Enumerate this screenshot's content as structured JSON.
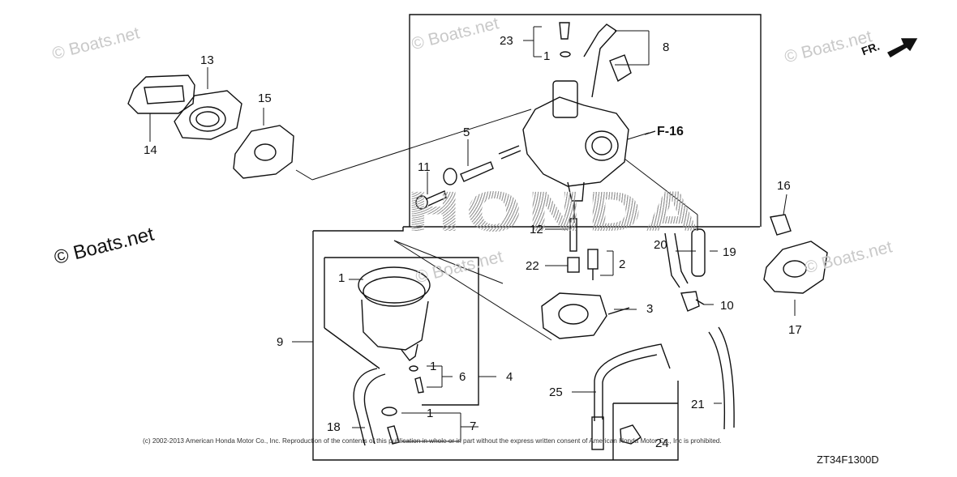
{
  "watermark": "© Boats.net",
  "brand_watermark": "HONDA",
  "copyright": "(c) 2002-2013 American Honda Motor Co., Inc. Reproduction of the contents of this publication in whole or in part without the express written consent of American Honda Motor Co., Inc is prohibited.",
  "diagram_code": "ZT34F1300D",
  "direction_label": "FR.",
  "reference_label": "F-16",
  "part_numbers": {
    "p1a": "1",
    "p1b": "1",
    "p1c": "1",
    "p1d": "1",
    "p2": "2",
    "p3": "3",
    "p4": "4",
    "p5": "5",
    "p6": "6",
    "p7": "7",
    "p8": "8",
    "p9": "9",
    "p10": "10",
    "p11": "11",
    "p12": "12",
    "p13": "13",
    "p14": "14",
    "p15": "15",
    "p16": "16",
    "p17": "17",
    "p18": "18",
    "p19": "19",
    "p20": "20",
    "p21": "21",
    "p22": "22",
    "p23": "23",
    "p24": "24",
    "p25": "25"
  }
}
